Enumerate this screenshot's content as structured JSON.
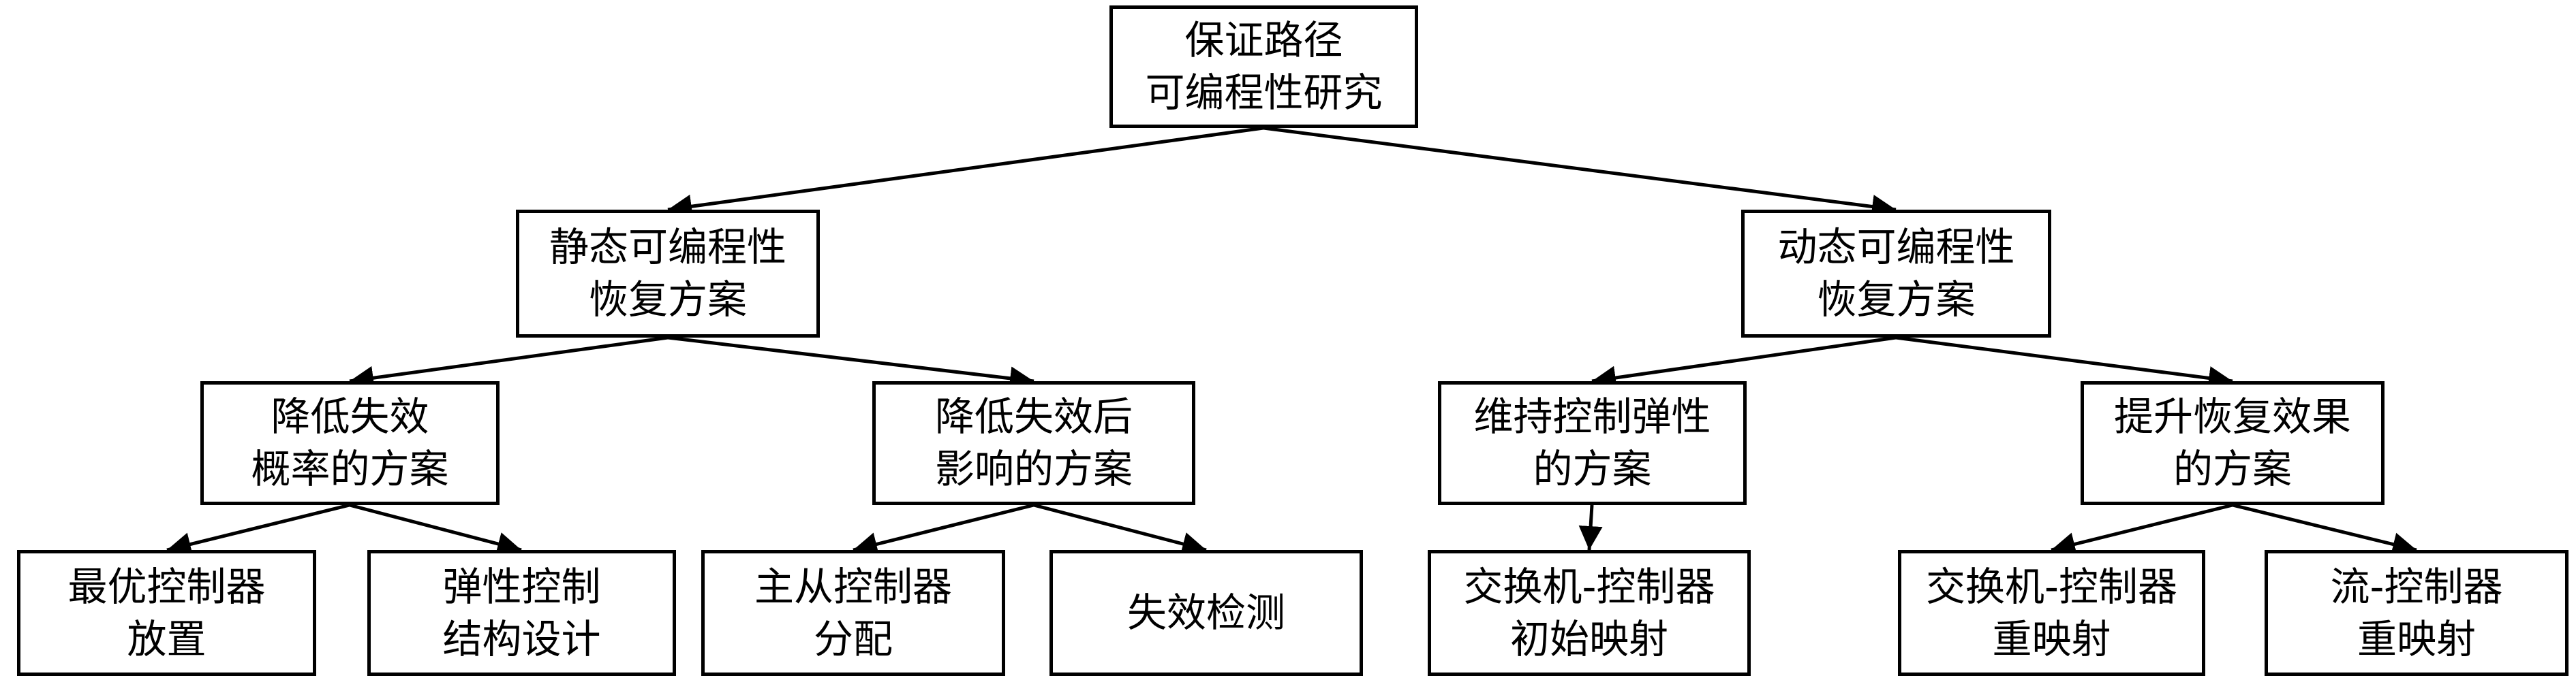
{
  "diagram": {
    "type": "hierarchy-tree",
    "colors": {
      "border": "#000000",
      "text": "#000000",
      "background": "#ffffff"
    },
    "nodes": {
      "root": [
        "保证路径",
        "可编程性研究"
      ],
      "static_recovery": [
        "静态可编程性",
        "恢复方案"
      ],
      "dynamic_recovery": [
        "动态可编程性",
        "恢复方案"
      ],
      "reduce_failure_probability": [
        "降低失效",
        "概率的方案"
      ],
      "reduce_failure_impact": [
        "降低失效后",
        "影响的方案"
      ],
      "maintain_control_resilience": [
        "维持控制弹性",
        "的方案"
      ],
      "improve_recovery_effect": [
        "提升恢复效果",
        "的方案"
      ],
      "optimal_controller_placement": [
        "最优控制器",
        "放置"
      ],
      "resilient_control_structure": [
        "弹性控制",
        "结构设计"
      ],
      "master_slave_controller": [
        "主从控制器",
        "分配"
      ],
      "failure_detection": [
        "失效检测"
      ],
      "switch_controller_initial_mapping": [
        "交换机-控制器",
        "初始映射"
      ],
      "switch_controller_remapping": [
        "交换机-控制器",
        "重映射"
      ],
      "flow_controller_remapping": [
        "流-控制器",
        "重映射"
      ]
    },
    "edges": [
      [
        "root",
        "static_recovery"
      ],
      [
        "root",
        "dynamic_recovery"
      ],
      [
        "static_recovery",
        "reduce_failure_probability"
      ],
      [
        "static_recovery",
        "reduce_failure_impact"
      ],
      [
        "dynamic_recovery",
        "maintain_control_resilience"
      ],
      [
        "dynamic_recovery",
        "improve_recovery_effect"
      ],
      [
        "reduce_failure_probability",
        "optimal_controller_placement"
      ],
      [
        "reduce_failure_probability",
        "resilient_control_structure"
      ],
      [
        "reduce_failure_impact",
        "master_slave_controller"
      ],
      [
        "reduce_failure_impact",
        "failure_detection"
      ],
      [
        "maintain_control_resilience",
        "switch_controller_initial_mapping"
      ],
      [
        "improve_recovery_effect",
        "switch_controller_remapping"
      ],
      [
        "improve_recovery_effect",
        "flow_controller_remapping"
      ]
    ]
  }
}
